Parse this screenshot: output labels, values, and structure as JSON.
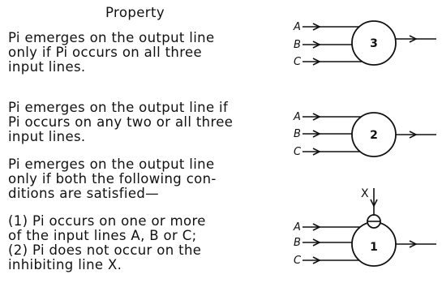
{
  "heading": "Property",
  "rows": [
    {
      "lines": [
        "Pi emerges on the output line",
        "only if Pi occurs on all three",
        "input lines."
      ],
      "gate": {
        "number": "3",
        "inputs": [
          "A",
          "B",
          "C"
        ]
      }
    },
    {
      "lines": [
        "Pi emerges on the output line if",
        "Pi occurs on any two or all three",
        "input lines."
      ],
      "gate": {
        "number": "2",
        "inputs": [
          "A",
          "B",
          "C"
        ]
      }
    },
    {
      "lines": [
        "Pi emerges on the output line",
        "only if both the following con-",
        "ditions are satisfied—"
      ],
      "gate": {
        "number": "1",
        "inputs": [
          "A",
          "B",
          "C"
        ],
        "inhibit": "X"
      }
    }
  ],
  "conditions": [
    "(1) Pi occurs on one or more",
    "of the input lines A, B or C;",
    "(2) Pi does not occur on the",
    "inhibiting line X."
  ]
}
